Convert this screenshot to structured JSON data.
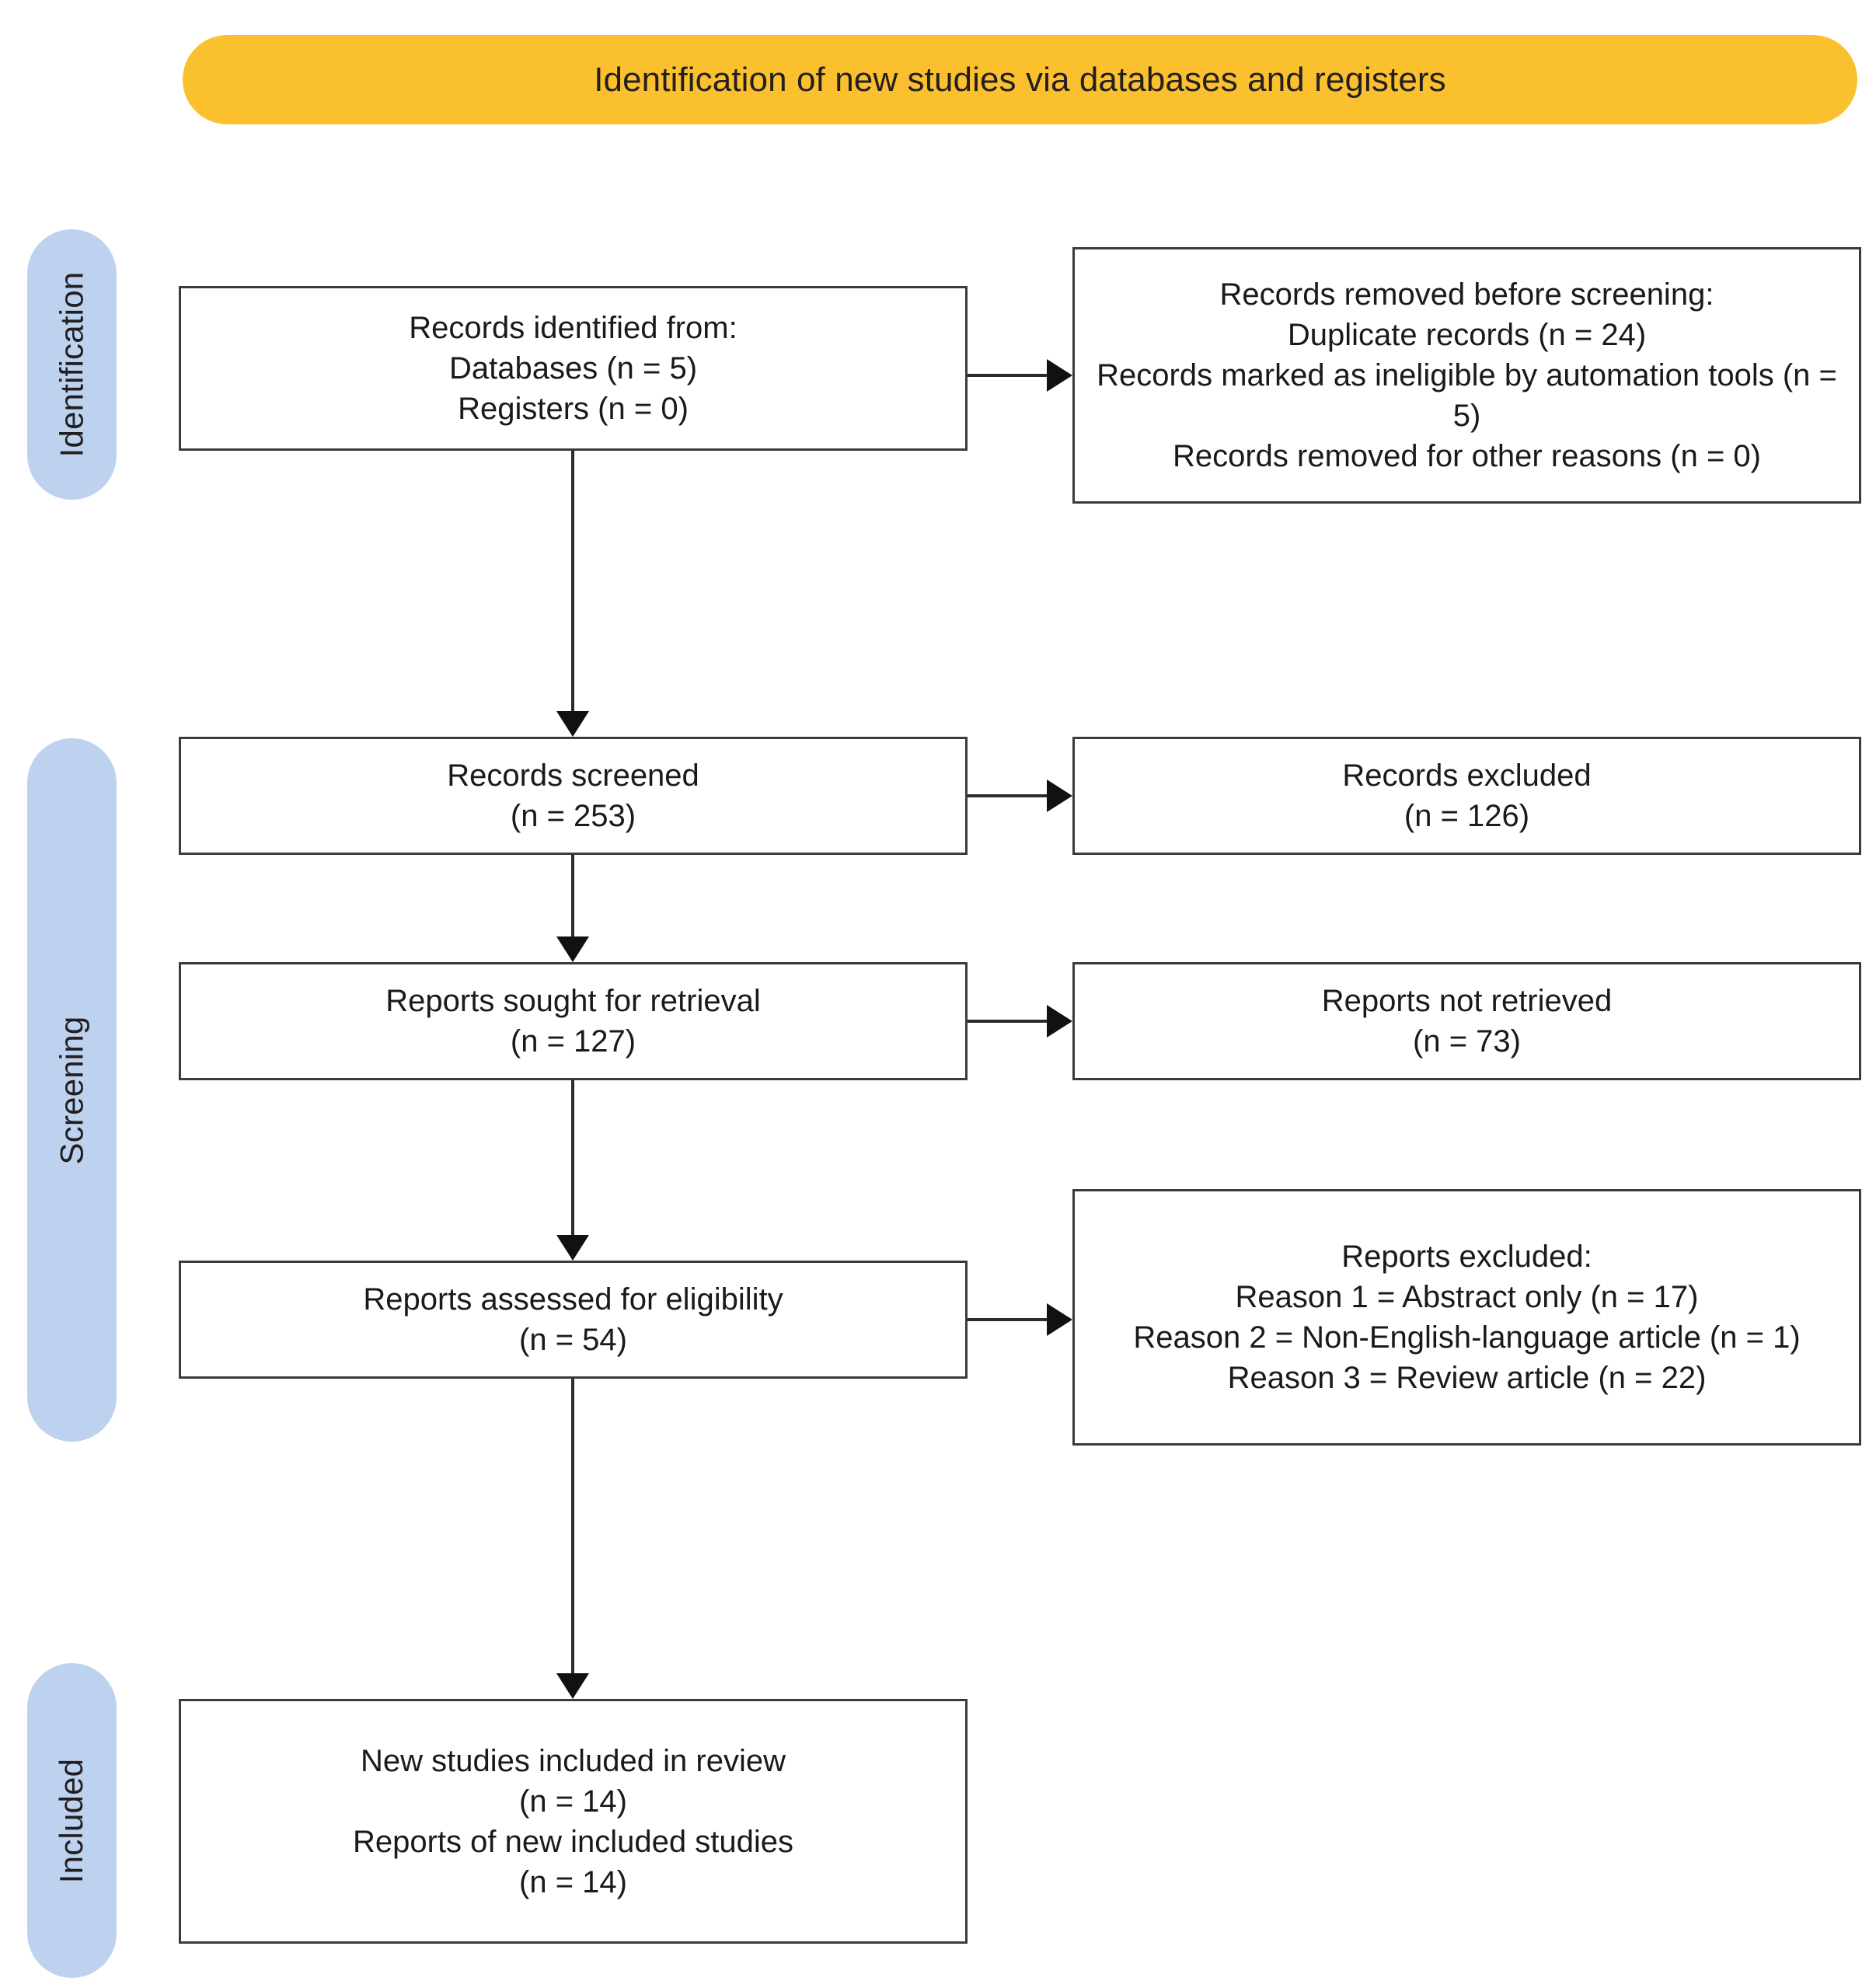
{
  "header": {
    "title": "Identification of new studies via databases and registers",
    "color": "#fbc02d"
  },
  "stages": {
    "color": "#bdd2ee",
    "identification": "Identification",
    "screening": "Screening",
    "included": "Included"
  },
  "boxes": {
    "identified": {
      "lines": [
        "Records identified from:",
        "Databases (n = 5)",
        "Registers (n = 0)"
      ]
    },
    "removed_before_screening": {
      "lines": [
        "Records removed before screening:",
        "Duplicate records (n = 24)",
        "Records marked as ineligible by automation tools (n = 5)",
        "Records removed for other reasons (n = 0)"
      ]
    },
    "screened": {
      "lines": [
        "Records screened",
        "(n = 253)"
      ]
    },
    "records_excluded": {
      "lines": [
        "Records excluded",
        "(n = 126)"
      ]
    },
    "sought_for_retrieval": {
      "lines": [
        "Reports sought for retrieval",
        "(n = 127)"
      ]
    },
    "not_retrieved": {
      "lines": [
        "Reports not retrieved",
        "(n = 73)"
      ]
    },
    "assessed_for_eligibility": {
      "lines": [
        "Reports assessed for eligibility",
        "(n = 54)"
      ]
    },
    "reports_excluded": {
      "lines": [
        "Reports excluded:",
        "Reason 1 = Abstract only (n = 17)",
        "Reason 2 = Non-English-language article (n = 1)",
        "Reason 3 = Review article (n = 22)"
      ]
    },
    "included_in_review": {
      "lines": [
        "New studies included in review",
        "(n = 14)",
        "Reports of new included studies",
        "(n = 14)"
      ]
    }
  },
  "chart_data": {
    "type": "diagram",
    "title": "Identification of new studies via databases and registers",
    "nodes": [
      {
        "id": "identified",
        "stage": "Identification",
        "label": "Records identified from:",
        "counts": {
          "Databases": 5,
          "Registers": 0
        }
      },
      {
        "id": "removed",
        "stage": "Identification",
        "label": "Records removed before screening:",
        "counts": {
          "Duplicate records": 24,
          "Records marked as ineligible by automation tools": 5,
          "Records removed for other reasons": 0
        }
      },
      {
        "id": "screened",
        "stage": "Screening",
        "label": "Records screened",
        "n": 253
      },
      {
        "id": "rec_excluded",
        "stage": "Screening",
        "label": "Records excluded",
        "n": 126
      },
      {
        "id": "sought",
        "stage": "Screening",
        "label": "Reports sought for retrieval",
        "n": 127
      },
      {
        "id": "not_retrieved",
        "stage": "Screening",
        "label": "Reports not retrieved",
        "n": 73
      },
      {
        "id": "assessed",
        "stage": "Screening",
        "label": "Reports assessed for eligibility",
        "n": 54
      },
      {
        "id": "rep_excluded",
        "stage": "Screening",
        "label": "Reports excluded:",
        "counts": {
          "Reason 1 = Abstract only": 17,
          "Reason 2 = Non-English-language article": 1,
          "Reason 3 = Review article": 22
        }
      },
      {
        "id": "included",
        "stage": "Included",
        "label": "New studies included in review",
        "counts": {
          "New studies included in review": 14,
          "Reports of new included studies": 14
        }
      }
    ],
    "edges": [
      {
        "from": "identified",
        "to": "removed",
        "direction": "right"
      },
      {
        "from": "identified",
        "to": "screened",
        "direction": "down"
      },
      {
        "from": "screened",
        "to": "rec_excluded",
        "direction": "right"
      },
      {
        "from": "screened",
        "to": "sought",
        "direction": "down"
      },
      {
        "from": "sought",
        "to": "not_retrieved",
        "direction": "right"
      },
      {
        "from": "sought",
        "to": "assessed",
        "direction": "down"
      },
      {
        "from": "assessed",
        "to": "rep_excluded",
        "direction": "right"
      },
      {
        "from": "assessed",
        "to": "included",
        "direction": "down"
      }
    ]
  }
}
